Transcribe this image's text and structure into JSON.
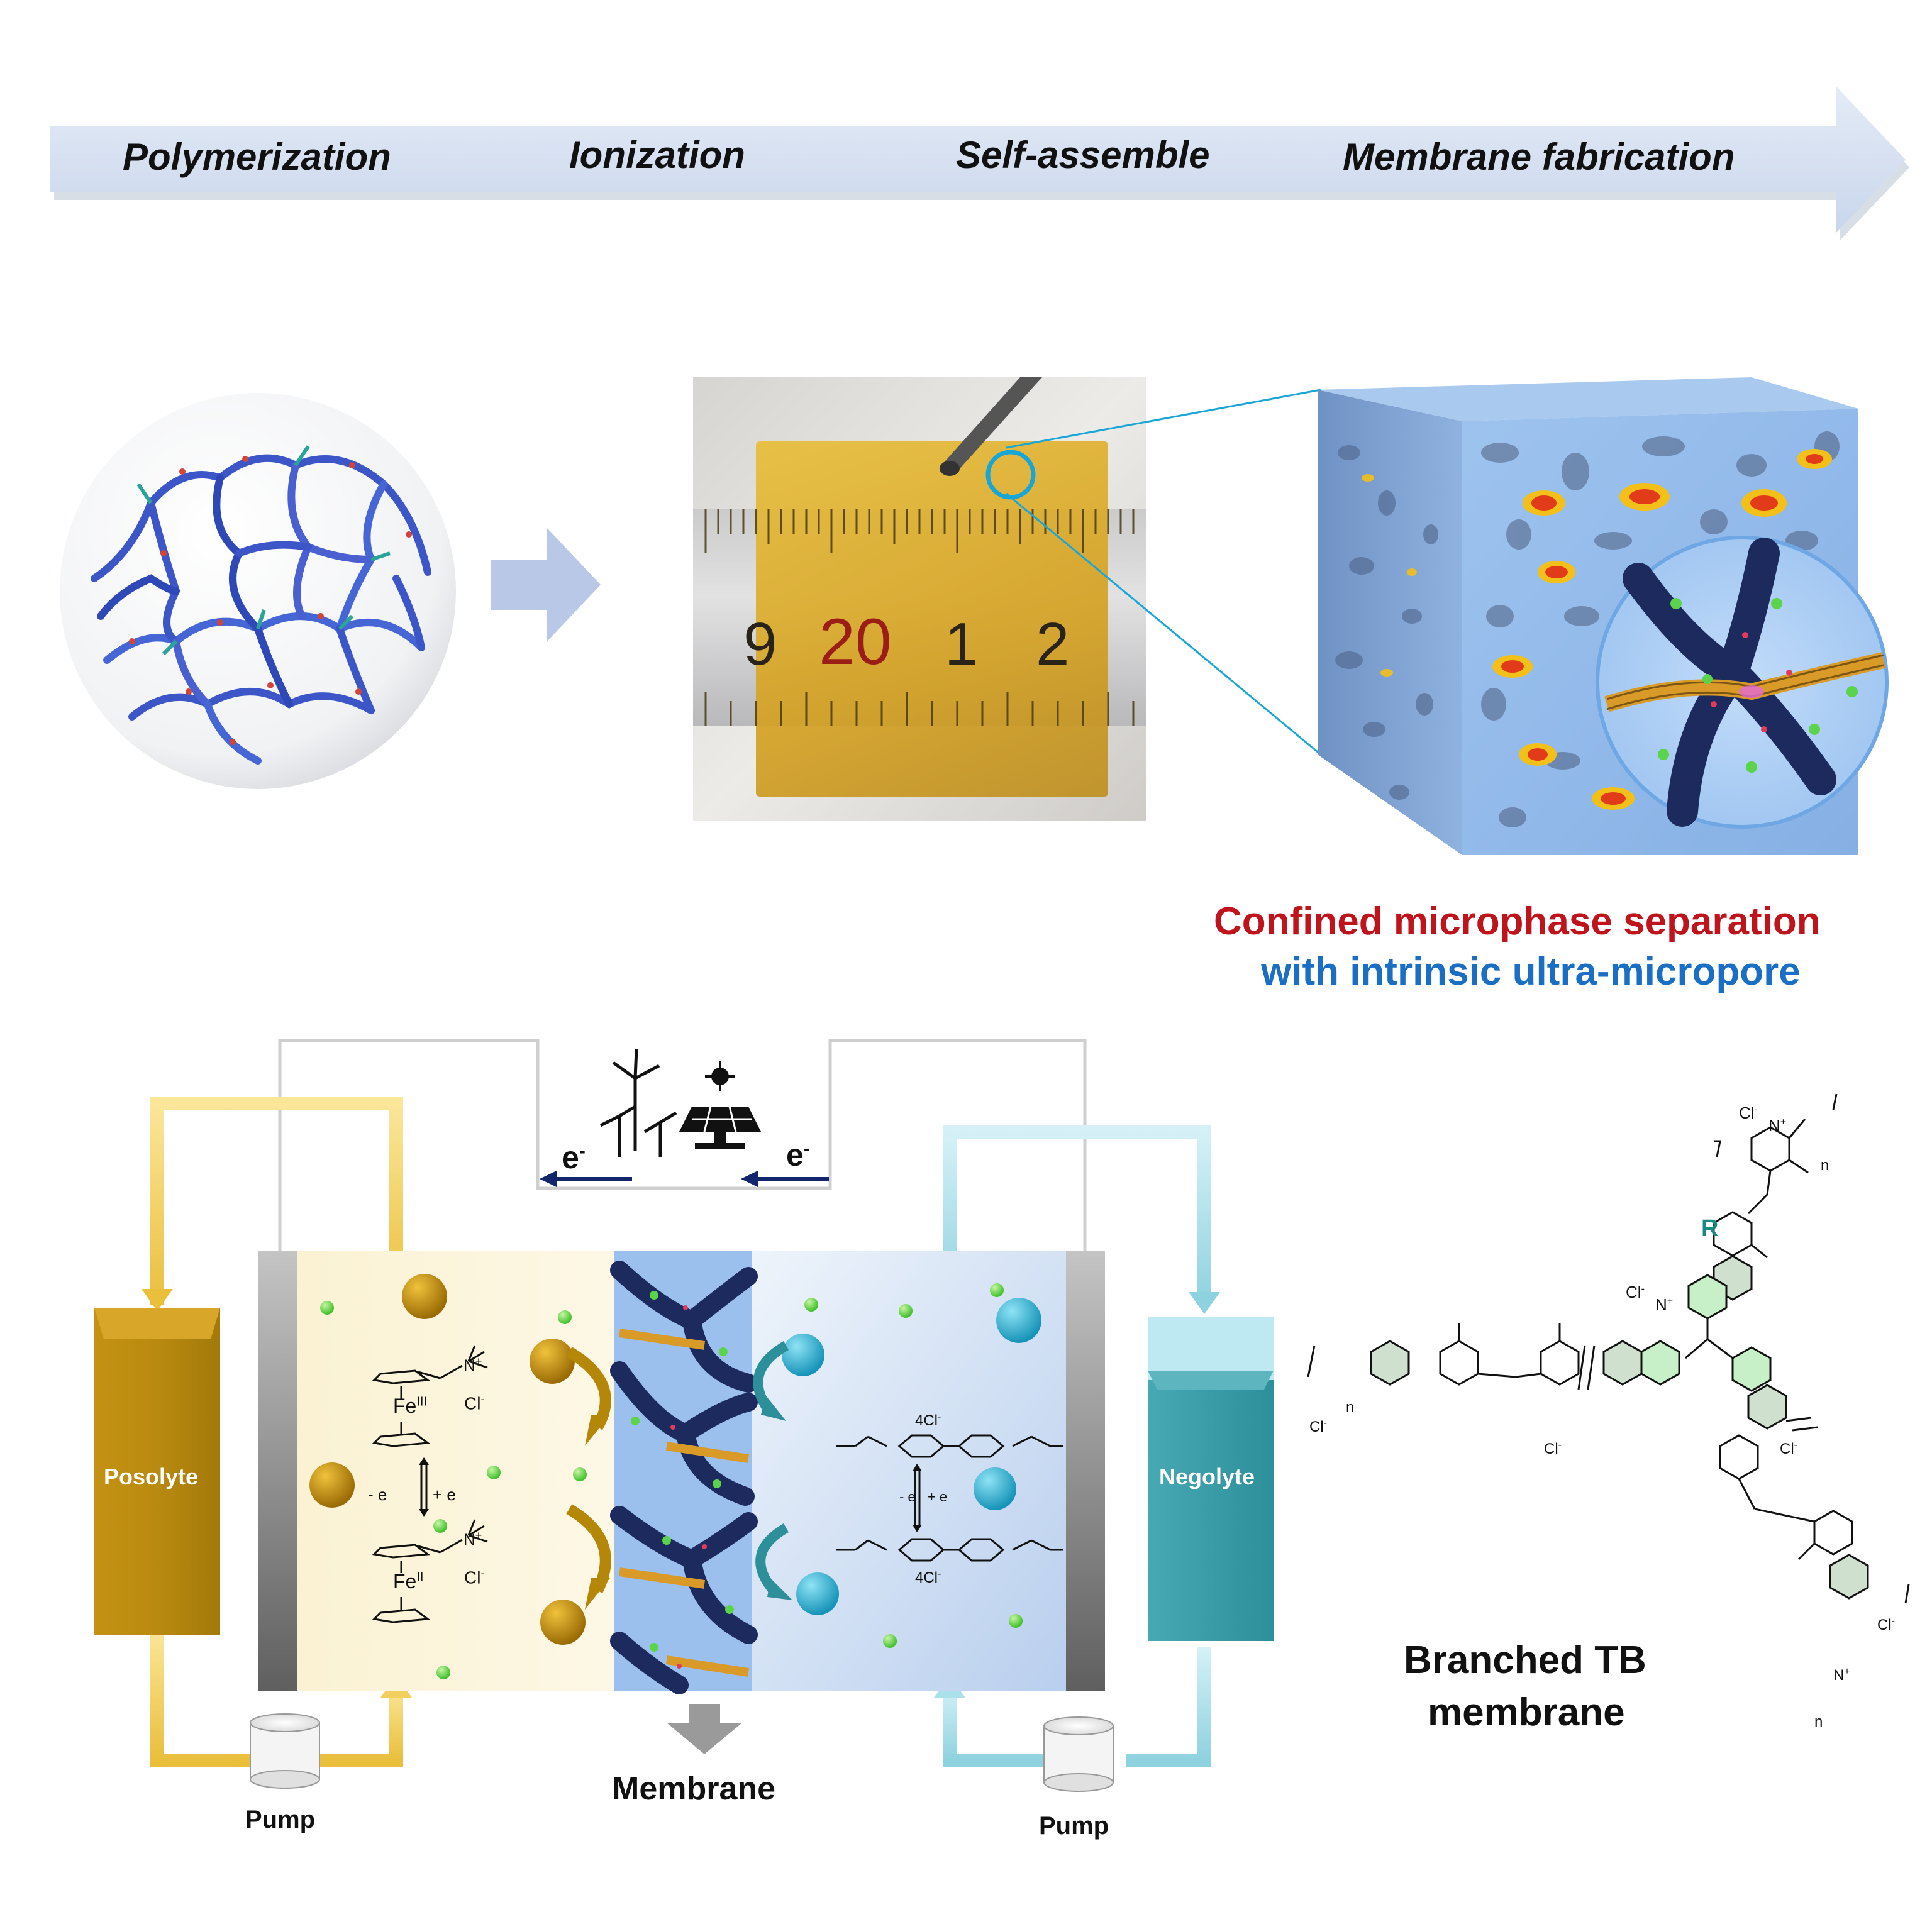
{
  "process_steps": [
    "Polymerization",
    "Ionization",
    "Self-assemble",
    "Membrane fabrication"
  ],
  "ruler_numbers": [
    "9",
    "20",
    "1",
    "2"
  ],
  "caption": {
    "line1": "Confined microphase separation",
    "line2": "with intrinsic ultra-micropore"
  },
  "battery": {
    "electron_left": "e",
    "electron_right": "e",
    "electron_sup": "-",
    "posolyte": "Posolyte",
    "negolyte": "Negolyte",
    "pump_left": "Pump",
    "pump_right": "Pump",
    "membrane": "Membrane"
  },
  "ferrocene": {
    "fe3": "Fe",
    "fe3_ox": "III",
    "fe2": "Fe",
    "fe2_ox": "II",
    "cl": "Cl",
    "minus": "-",
    "n_plus": "+",
    "n": "N",
    "redox": "- e",
    "redox2": "+ e"
  },
  "viologen": {
    "counter": "4Cl",
    "minus": "-",
    "redox": "- e",
    "redox2": "+ e"
  },
  "tb": {
    "title_line1": "Branched TB",
    "title_line2": "membrane",
    "core": "R",
    "n": "n",
    "N": "N",
    "cl": "Cl",
    "minus": "-",
    "plus": "+"
  },
  "colors": {
    "arrow_fill": "#d6e0f0",
    "posolyte": "#b8860b",
    "negolyte": "#3a9ea8",
    "pos_pipe": "#f3cf5e",
    "neg_pipe": "#a9e0ea",
    "membrane_bg": "#9cc0ee",
    "membrane_dark": "#1c2a5e"
  }
}
